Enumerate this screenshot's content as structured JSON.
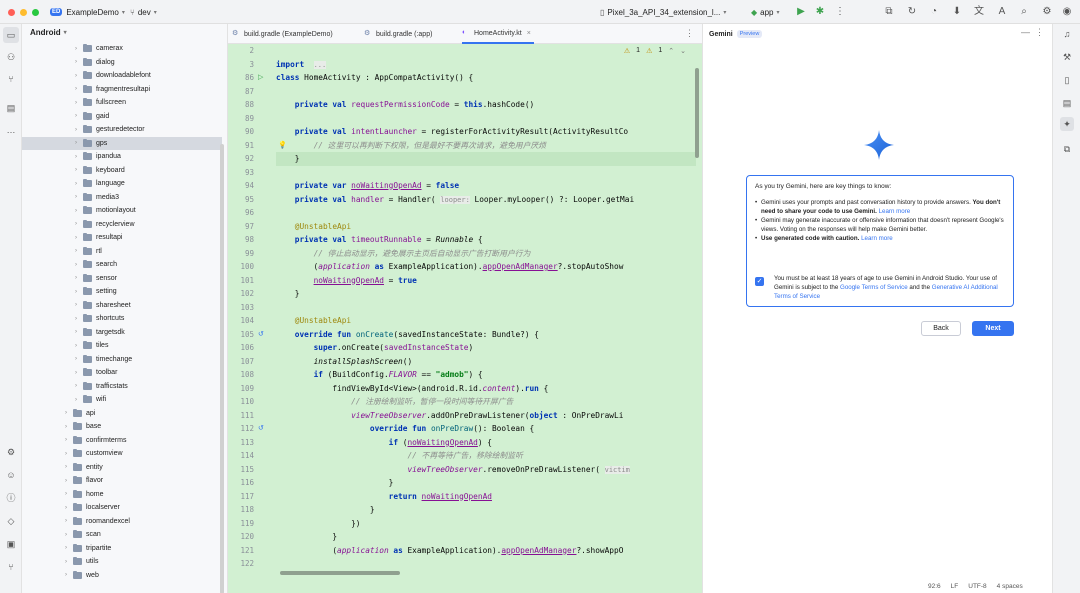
{
  "titlebar": {
    "project_badge": "ED",
    "project_name": "ExampleDemo",
    "branch": "dev",
    "device": "Pixel_3a_API_34_extension_l...",
    "run_config": "app"
  },
  "project_panel": {
    "view_mode": "Android",
    "items": [
      {
        "label": "camerax",
        "level": 2
      },
      {
        "label": "dialog",
        "level": 2
      },
      {
        "label": "downloadablefont",
        "level": 2
      },
      {
        "label": "fragmentresultapi",
        "level": 2
      },
      {
        "label": "fullscreen",
        "level": 2
      },
      {
        "label": "gaid",
        "level": 2
      },
      {
        "label": "gesturedetector",
        "level": 2
      },
      {
        "label": "gps",
        "level": 2,
        "selected": true
      },
      {
        "label": "ipandua",
        "level": 2
      },
      {
        "label": "keyboard",
        "level": 2
      },
      {
        "label": "language",
        "level": 2
      },
      {
        "label": "media3",
        "level": 2
      },
      {
        "label": "motionlayout",
        "level": 2
      },
      {
        "label": "recyclerview",
        "level": 2
      },
      {
        "label": "resultapi",
        "level": 2
      },
      {
        "label": "rtl",
        "level": 2
      },
      {
        "label": "search",
        "level": 2
      },
      {
        "label": "sensor",
        "level": 2
      },
      {
        "label": "setting",
        "level": 2
      },
      {
        "label": "sharesheet",
        "level": 2
      },
      {
        "label": "shortcuts",
        "level": 2
      },
      {
        "label": "targetsdk",
        "level": 2
      },
      {
        "label": "tiles",
        "level": 2
      },
      {
        "label": "timechange",
        "level": 2
      },
      {
        "label": "toolbar",
        "level": 2
      },
      {
        "label": "trafficstats",
        "level": 2
      },
      {
        "label": "wifi",
        "level": 2
      },
      {
        "label": "api",
        "level": 1
      },
      {
        "label": "base",
        "level": 1
      },
      {
        "label": "confirmterms",
        "level": 1
      },
      {
        "label": "customview",
        "level": 1
      },
      {
        "label": "entity",
        "level": 1
      },
      {
        "label": "flavor",
        "level": 1
      },
      {
        "label": "home",
        "level": 1
      },
      {
        "label": "localserver",
        "level": 1
      },
      {
        "label": "roomandexcel",
        "level": 1
      },
      {
        "label": "scan",
        "level": 1
      },
      {
        "label": "tripartite",
        "level": 1
      },
      {
        "label": "utils",
        "level": 1
      },
      {
        "label": "web",
        "level": 1
      }
    ]
  },
  "editor": {
    "tabs": [
      {
        "label": "build.gradle (ExampleDemo)",
        "active": false
      },
      {
        "label": "build.gradle (:app)",
        "active": false
      },
      {
        "label": "HomeActivity.kt",
        "active": true
      }
    ],
    "inspection": {
      "warnings": "1",
      "weak_warnings": "1"
    },
    "line_numbers": [
      "2",
      "3",
      "86",
      "87",
      "88",
      "89",
      "90",
      "91",
      "92",
      "93",
      "94",
      "95",
      "96",
      "97",
      "98",
      "99",
      "100",
      "101",
      "102",
      "103",
      "104",
      "105",
      "106",
      "107",
      "108",
      "109",
      "110",
      "111",
      "112",
      "113",
      "114",
      "115",
      "116",
      "117",
      "118",
      "119",
      "120",
      "121",
      "122"
    ],
    "current_line_index": 8,
    "lines": [
      [],
      [
        [
          "kw",
          "import"
        ],
        [
          "",
          "  "
        ],
        [
          "hint",
          "..."
        ]
      ],
      [
        [
          "kw",
          "class"
        ],
        [
          "",
          " HomeActivity : AppCompatActivity() {"
        ]
      ],
      [],
      [
        [
          "",
          "    "
        ],
        [
          "kw",
          "private val"
        ],
        [
          "",
          " "
        ],
        [
          "pr",
          "requestPermissionCode"
        ],
        [
          "",
          " = "
        ],
        [
          "kw",
          "this"
        ],
        [
          "",
          ".hashCode()"
        ]
      ],
      [],
      [
        [
          "",
          "    "
        ],
        [
          "kw",
          "private val"
        ],
        [
          "",
          " "
        ],
        [
          "pr",
          "intentLauncher"
        ],
        [
          "",
          " = registerForActivityResult(ActivityResultCo"
        ]
      ],
      [
        [
          "",
          "        "
        ],
        [
          "cm",
          "// 这里可以再判断下权限，但是最好不要再次请求，避免用户厌烦"
        ]
      ],
      [
        [
          "",
          "    }"
        ]
      ],
      [],
      [
        [
          "",
          "    "
        ],
        [
          "kw",
          "private var"
        ],
        [
          "",
          " "
        ],
        [
          "pr ul",
          "noWaitingOpenAd"
        ],
        [
          "",
          " = "
        ],
        [
          "kw",
          "false"
        ]
      ],
      [
        [
          "",
          "    "
        ],
        [
          "kw",
          "private val"
        ],
        [
          "",
          " "
        ],
        [
          "pr",
          "handler"
        ],
        [
          "",
          " = Handler( "
        ],
        [
          "hint",
          "looper:"
        ],
        [
          "",
          " Looper.myLooper() ?: Looper.getMai"
        ]
      ],
      [],
      [
        [
          "",
          "    "
        ],
        [
          "an",
          "@UnstableApi"
        ]
      ],
      [
        [
          "",
          "    "
        ],
        [
          "kw",
          "private val"
        ],
        [
          "",
          " "
        ],
        [
          "pr",
          "timeoutRunnable"
        ],
        [
          "",
          " = "
        ],
        [
          "it",
          "Runnable"
        ],
        [
          "",
          " {"
        ]
      ],
      [
        [
          "",
          "        "
        ],
        [
          "cm",
          "// 停止启动显示，避免展示主页后自动显示广告打断用户行为"
        ]
      ],
      [
        [
          "",
          "        ("
        ],
        [
          "pr it",
          "application"
        ],
        [
          "",
          " "
        ],
        [
          "kw",
          "as"
        ],
        [
          "",
          " ExampleApplication)."
        ],
        [
          "pr ul",
          "appOpenAdManager"
        ],
        [
          "",
          "?.stopAutoShow"
        ]
      ],
      [
        [
          "",
          "        "
        ],
        [
          "pr ul",
          "noWaitingOpenAd"
        ],
        [
          "",
          " = "
        ],
        [
          "kw",
          "true"
        ]
      ],
      [
        [
          "",
          "    }"
        ]
      ],
      [],
      [
        [
          "",
          "    "
        ],
        [
          "an",
          "@UnstableApi"
        ]
      ],
      [
        [
          "",
          "    "
        ],
        [
          "kw",
          "override fun"
        ],
        [
          "",
          " "
        ],
        [
          "fn",
          "onCreate"
        ],
        [
          "",
          "(savedInstanceState: Bundle?) {"
        ]
      ],
      [
        [
          "",
          "        "
        ],
        [
          "kw",
          "super"
        ],
        [
          "",
          ".onCreate("
        ],
        [
          "pr",
          "savedInstanceState"
        ],
        [
          "",
          ")"
        ]
      ],
      [
        [
          "",
          "        "
        ],
        [
          "it",
          "installSplashScreen"
        ],
        [
          "",
          "()"
        ]
      ],
      [
        [
          "",
          "        "
        ],
        [
          "kw",
          "if"
        ],
        [
          "",
          " (BuildConfig."
        ],
        [
          "pr it",
          "FLAVOR"
        ],
        [
          "",
          " == "
        ],
        [
          "str",
          "\"admob\""
        ],
        [
          "",
          ") {"
        ]
      ],
      [
        [
          "",
          "            findViewById<View>(android.R.id."
        ],
        [
          "pr it",
          "content"
        ],
        [
          "",
          ")."
        ],
        [
          "kw",
          "run"
        ],
        [
          "",
          " {"
        ]
      ],
      [
        [
          "",
          "                "
        ],
        [
          "cm",
          "// 注册绘制监听，暂停一段时间等待开屏广告"
        ]
      ],
      [
        [
          "",
          "                "
        ],
        [
          "pr it",
          "viewTreeObserver"
        ],
        [
          "",
          ".addOnPreDrawListener("
        ],
        [
          "kw",
          "object"
        ],
        [
          "",
          " : OnPreDrawLi"
        ]
      ],
      [
        [
          "",
          "                    "
        ],
        [
          "kw",
          "override fun"
        ],
        [
          "",
          " "
        ],
        [
          "fn",
          "onPreDraw"
        ],
        [
          "",
          "(): Boolean {"
        ]
      ],
      [
        [
          "",
          "                        "
        ],
        [
          "kw",
          "if"
        ],
        [
          "",
          " ("
        ],
        [
          "pr ul",
          "noWaitingOpenAd"
        ],
        [
          "",
          ") {"
        ]
      ],
      [
        [
          "",
          "                            "
        ],
        [
          "cm",
          "// 不再等待广告，移除绘制监听"
        ]
      ],
      [
        [
          "",
          "                            "
        ],
        [
          "pr it",
          "viewTreeObserver"
        ],
        [
          "",
          ".removeOnPreDrawListener( "
        ],
        [
          "hint",
          "victim"
        ]
      ],
      [
        [
          "",
          "                        }"
        ]
      ],
      [
        [
          "",
          "                        "
        ],
        [
          "kw",
          "return"
        ],
        [
          "",
          " "
        ],
        [
          "pr ul",
          "noWaitingOpenAd"
        ]
      ],
      [
        [
          "",
          "                    }"
        ]
      ],
      [
        [
          "",
          "                })"
        ]
      ],
      [
        [
          "",
          "            }"
        ]
      ],
      [
        [
          "",
          "            ("
        ],
        [
          "pr it",
          "application"
        ],
        [
          "",
          " "
        ],
        [
          "kw",
          "as"
        ],
        [
          "",
          " ExampleApplication)."
        ],
        [
          "pr ul",
          "appOpenAdManager"
        ],
        [
          "",
          "?.showAppO"
        ]
      ],
      []
    ]
  },
  "gemini": {
    "title": "Gemini",
    "badge": "Preview",
    "intro": "As you try Gemini, here are key things to know:",
    "bullet1_a": "Gemini uses your prompts and past conversation history to provide answers. ",
    "bullet1_b": "You don't need to share your code to use Gemini.",
    "bullet1_link": " Learn more",
    "bullet2": "Gemini may generate inaccurate or offensive information that doesn't represent Google's views. Voting on the responses will help make Gemini better.",
    "bullet3_a": "Use generated code with caution.",
    "bullet3_link": " Learn more",
    "consent_a": "You must be at least 18 years of age to use Gemini in Android Studio. Your use of Gemini is subject to the ",
    "consent_link1": "Google Terms of Service",
    "consent_b": " and the ",
    "consent_link2": "Generative AI Additional Terms of Service",
    "back_label": "Back",
    "next_label": "Next",
    "accent": "#3574f0"
  },
  "statusbar": {
    "position": "92:6",
    "line_sep": "LF",
    "encoding": "UTF-8",
    "indent": "4 spaces"
  }
}
